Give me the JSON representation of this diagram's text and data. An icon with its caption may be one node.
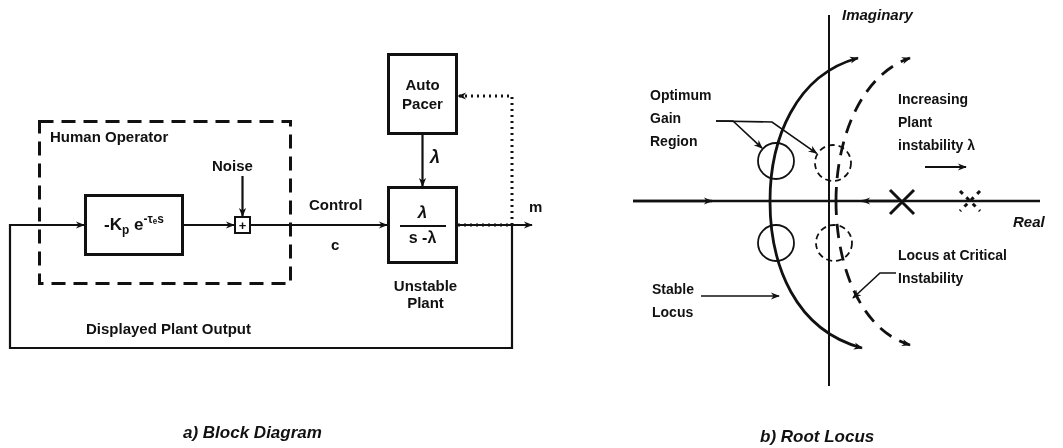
{
  "diagram": {
    "nodes": [
      {
        "text": [
          "Human Operator"
        ]
      },
      {
        "text": [
          "-K$_{p}$ e$^{-τₑs}$"
        ],
        "in": 0
      },
      {
        "text": [
          "+"
        ],
        "in": 0
      },
      {
        "text": [
          "Noise"
        ],
        "in": 0
      },
      {
        "text": [
          "Auto Pacer"
        ]
      },
      {
        "text": [
          "λ",
          "s -λ"
        ],
        "beside": [
          "Unstable Plant"
        ]
      },
      {
        "text": [
          "Optimum Gain Region"
        ]
      },
      {
        "text": [],
        "shape": "circle"
      },
      {
        "text": [],
        "shape": "circle"
      },
      {
        "text": [],
        "shape": "circle"
      },
      {
        "text": [],
        "shape": "circle"
      },
      {
        "text": [
          "Stable Locus"
        ]
      },
      {
        "text": [
          "Locus at Critical Instability"
        ]
      }
    ],
    "edges": [
      {
        "from": 1,
        "to": 2,
        "arrow": "to"
      },
      {
        "from": 3,
        "to": 2,
        "arrow": "to"
      },
      {
        "from": 2,
        "to": 5,
        "arrow": "to",
        "label": "Control"
      },
      {
        "from": 4,
        "to": 5,
        "arrow": "to",
        "label": "λ"
      },
      {
        "from": 5,
        "to": null,
        "arrow": "to",
        "label": "m"
      },
      {
        "from": 5,
        "to": 1,
        "arrow": "to",
        "label": "Displayed Plant Output"
      },
      {
        "from": 5,
        "to": 4,
        "arrow": "to",
        "style": "dashed"
      },
      {
        "from": 6,
        "to": 7,
        "arrow": "to"
      },
      {
        "from": 6,
        "to": 8,
        "arrow": "to"
      },
      {
        "from": 11,
        "to": null,
        "arrow": "to"
      },
      {
        "from": 12,
        "to": null,
        "arrow": "to"
      }
    ],
    "labels": [
      "c",
      "Imaginary",
      "Increasing Plant instability λ",
      "Real",
      "a) Block Diagram",
      "b) Root Locus"
    ]
  }
}
